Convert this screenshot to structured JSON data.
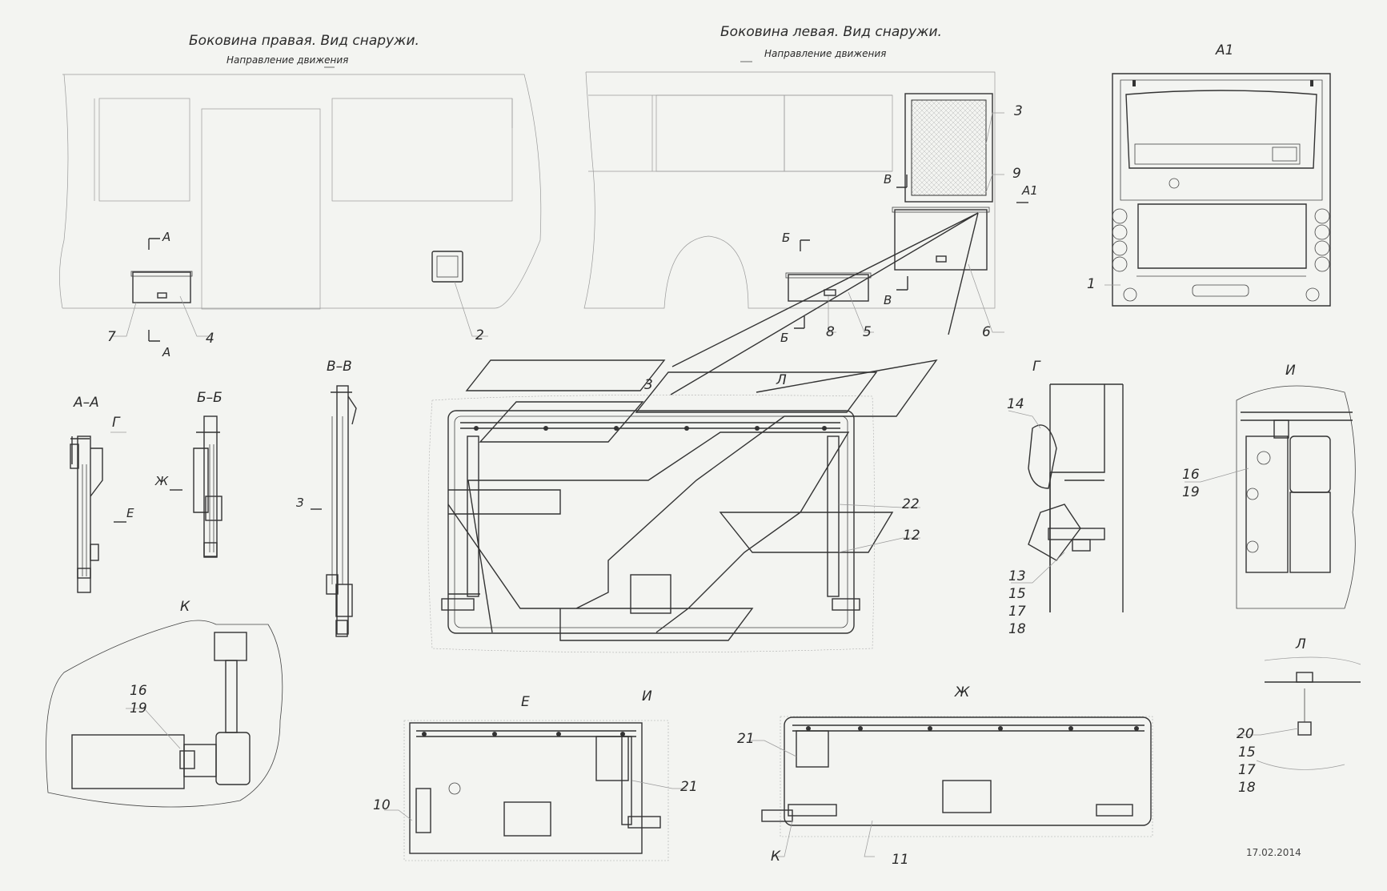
{
  "titles": {
    "right_side": "Боковина правая. Вид снаружи.",
    "left_side": "Боковина левая. Вид снаружи.",
    "direction_right": "Направление движения",
    "direction_left": "Направление движения"
  },
  "view_labels": {
    "a1_top": "А1",
    "aa": "А–А",
    "bb": "Б–Б",
    "vv": "В–В",
    "g": "Г",
    "g_small": "Г",
    "i": "И",
    "k": "К",
    "l_top": "Л",
    "l_small": "Л",
    "e": "Е",
    "zh": "Ж",
    "i_small": "И"
  },
  "section_marks": {
    "a_top": "А",
    "a_bottom": "А",
    "b_top": "Б",
    "b_bottom": "Б",
    "v_top": "В",
    "v_bottom": "В",
    "a1_arrow": "А1",
    "e_arrow": "Е",
    "zh_arrow": "Ж",
    "z1": "З",
    "z2": "З"
  },
  "callouts": {
    "c1": "1",
    "c2": "2",
    "c3_top": "3",
    "c3_mid": "3",
    "c4": "4",
    "c5": "5",
    "c6": "6",
    "c7": "7",
    "c8": "8",
    "c9": "9",
    "c10": "10",
    "c11": "11",
    "c12": "12",
    "c13": "13",
    "c14": "14",
    "c15": "15",
    "c17": "17",
    "c18": "18",
    "c16_i": "16",
    "c19_i": "19",
    "c16_k": "16",
    "c19_k": "19",
    "c20": "20",
    "c15_l": "15",
    "c17_l": "17",
    "c18_l": "18",
    "c21_e": "21",
    "c21_zh": "21",
    "c22": "22",
    "k_mark": "К"
  },
  "date": "17.02.2014"
}
